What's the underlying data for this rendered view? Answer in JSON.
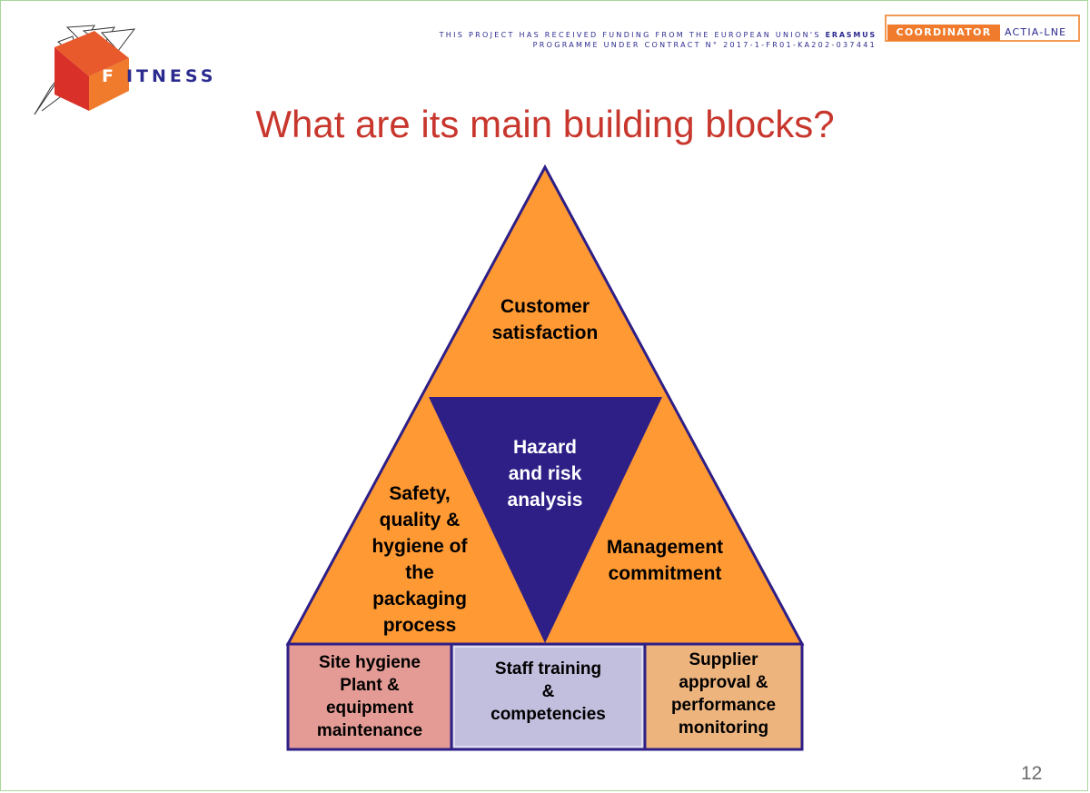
{
  "logo": {
    "text": "FITNESS",
    "initial_colored": "F"
  },
  "funding": {
    "line1_prefix": "THIS PROJECT HAS RECEIVED FUNDING FROM THE EUROPEAN UNION'S",
    "line1_bold": "ERASMUS",
    "line2": "PROGRAMME UNDER CONTRACT N° 2017-1-FR01-KA202-037441"
  },
  "coordinator": {
    "label": "COORDINATOR",
    "name": "ACTIA-LNE"
  },
  "title": "What are its main building blocks?",
  "pyramid": {
    "top": "Customer\nsatisfaction",
    "center": "Hazard\nand risk\nanalysis",
    "left": "Safety,\nquality &\nhygiene of\nthe\npackaging\nprocess",
    "right": "Management\ncommitment"
  },
  "foundation": {
    "left": "Site hygiene\nPlant &\nequipment\nmaintenance",
    "middle": "Staff training\n&\ncompetencies",
    "right": "Supplier\napproval &\nperformance\nmonitoring"
  },
  "page_number": "12",
  "colors": {
    "orange": "#ff9933",
    "navy": "#2e1f87",
    "pink_box": "#e49b95",
    "lavender_box": "#c2bedd",
    "peach_box": "#edb47e",
    "title_red": "#c8372d"
  }
}
